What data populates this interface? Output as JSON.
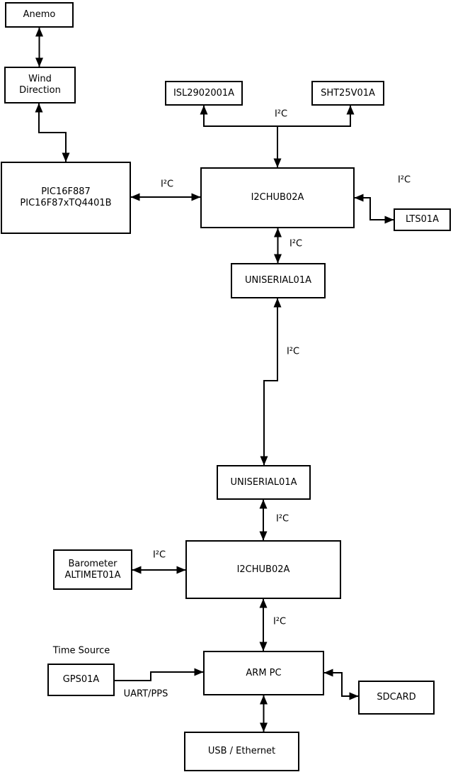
{
  "diagram": {
    "type": "block-diagram",
    "background_color": "#ffffff",
    "line_color": "#000000",
    "nodes": {
      "anemo": "Anemo",
      "wind_direction": "Wind\nDirection",
      "pic": "PIC16F887\nPIC16F87xTQ4401B",
      "isl": "ISL2902001A",
      "sht": "SHT25V01A",
      "i2c_hub_top": "I2CHUB02A",
      "lts": "LTS01A",
      "uniserial_top": "UNISERIAL01A",
      "uniserial_bottom": "UNISERIAL01A",
      "barometer": "Barometer\nALTIMET01A",
      "i2c_hub_bottom": "I2CHUB02A",
      "gps": "GPS01A",
      "arm_pc": "ARM PC",
      "sdcard": "SDCARD",
      "usb_ethernet": "USB / Ethernet"
    },
    "labels": {
      "i2c_sensors_branch": "I²C",
      "i2c_pic_hub": "I²C",
      "i2c_hub_lts": "I²C",
      "i2c_hub_uniserial": "I²C",
      "i2c_long_link": "I²C",
      "i2c_uniserial_hub2": "I²C",
      "i2c_barometer_hub2": "I²C",
      "i2c_hub2_armpc": "I²C",
      "time_source": "Time Source",
      "uart_pps": "UART/PPS"
    },
    "edges": [
      {
        "from": "Anemo",
        "to": "Wind Direction",
        "bidirectional": true
      },
      {
        "from": "Wind Direction",
        "to": "PIC16F887 PIC16F87xTQ4401B",
        "bidirectional": true
      },
      {
        "from": "PIC16F887 PIC16F87xTQ4401B",
        "to": "I2CHUB02A (top)",
        "label": "I²C",
        "bidirectional": true
      },
      {
        "from": "I2CHUB02A (top)",
        "to": "ISL2902001A",
        "label": "I²C",
        "bidirectional": true
      },
      {
        "from": "I2CHUB02A (top)",
        "to": "SHT25V01A",
        "label": "I²C",
        "bidirectional": true
      },
      {
        "from": "I2CHUB02A (top)",
        "to": "LTS01A",
        "label": "I²C",
        "bidirectional": true
      },
      {
        "from": "I2CHUB02A (top)",
        "to": "UNISERIAL01A (top)",
        "label": "I²C",
        "bidirectional": true
      },
      {
        "from": "UNISERIAL01A (top)",
        "to": "UNISERIAL01A (bottom)",
        "label": "I²C",
        "bidirectional": true
      },
      {
        "from": "UNISERIAL01A (bottom)",
        "to": "I2CHUB02A (bottom)",
        "label": "I²C",
        "bidirectional": true
      },
      {
        "from": "Barometer ALTIMET01A",
        "to": "I2CHUB02A (bottom)",
        "label": "I²C",
        "bidirectional": true
      },
      {
        "from": "I2CHUB02A (bottom)",
        "to": "ARM PC",
        "label": "I²C",
        "bidirectional": true
      },
      {
        "from": "GPS01A",
        "to": "ARM PC",
        "label": "UART/PPS",
        "bidirectional": false
      },
      {
        "from": "ARM PC",
        "to": "SDCARD",
        "bidirectional": true
      },
      {
        "from": "ARM PC",
        "to": "USB / Ethernet",
        "bidirectional": true
      }
    ]
  }
}
